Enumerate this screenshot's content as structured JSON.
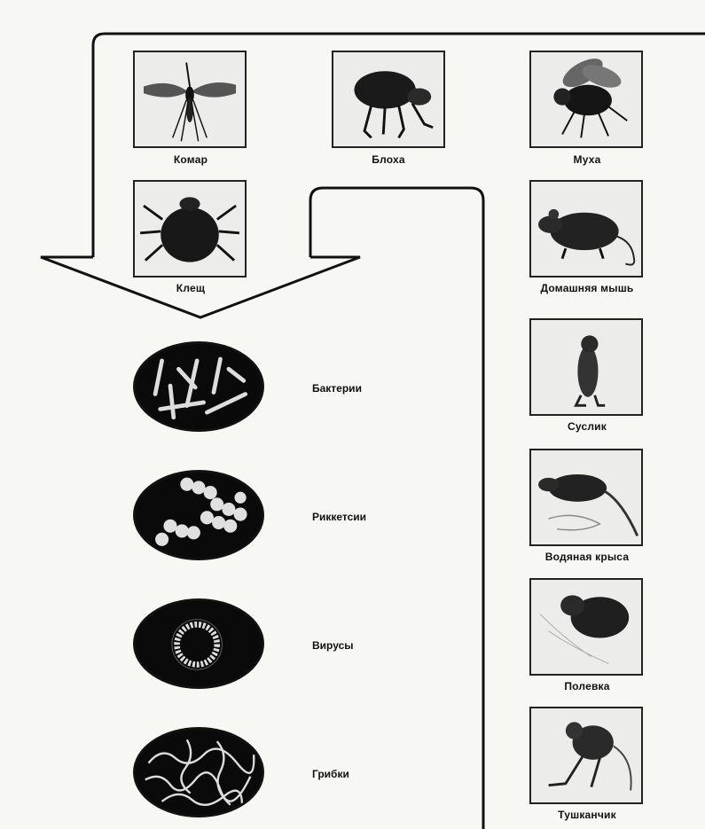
{
  "vectors": {
    "mosquito": "Комар",
    "flea": "Блоха",
    "fly": "Муха",
    "tick": "Клещ"
  },
  "reservoirs": {
    "house_mouse": "Домашняя мышь",
    "gopher": "Суслик",
    "water_rat": "Водяная крыса",
    "vole": "Полевка",
    "jerboa": "Тушканчик"
  },
  "pathogens": {
    "bacteria": "Бактерии",
    "rickettsia": "Риккетсии",
    "viruses": "Вирусы",
    "fungi": "Грибки"
  },
  "icons": [
    "mosquito-icon",
    "flea-icon",
    "fly-icon",
    "tick-icon",
    "mouse-icon",
    "gopher-icon",
    "water-rat-icon",
    "vole-icon",
    "jerboa-icon"
  ],
  "colors": {
    "line": "#111111",
    "tile_bg": "#ececea",
    "page_bg": "#f7f7f4"
  }
}
